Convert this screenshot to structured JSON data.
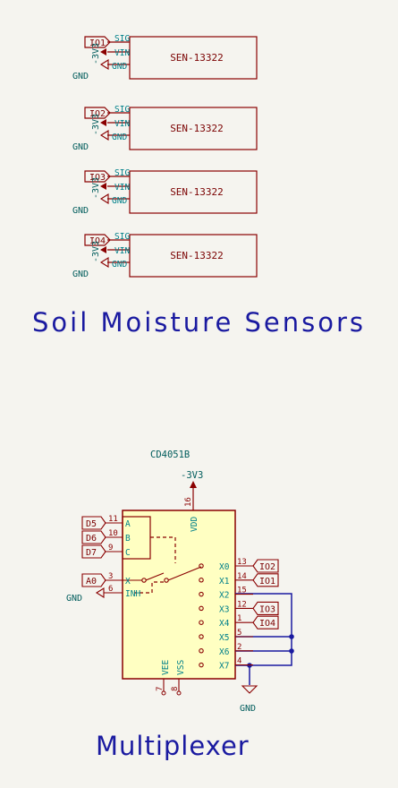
{
  "sensors": [
    {
      "label": "IO1",
      "part": "SEN-13322",
      "power": "-3V3",
      "gnd": "GND",
      "pins": [
        "SIG",
        "VIN",
        "GND"
      ]
    },
    {
      "label": "IO2",
      "part": "SEN-13322",
      "power": "-3V3",
      "gnd": "GND",
      "pins": [
        "SIG",
        "VIN",
        "GND"
      ]
    },
    {
      "label": "IO3",
      "part": "SEN-13322",
      "power": "-3V3",
      "gnd": "GND",
      "pins": [
        "SIG",
        "VIN",
        "GND"
      ]
    },
    {
      "label": "IO4",
      "part": "SEN-13322",
      "power": "-3V3",
      "gnd": "GND",
      "pins": [
        "SIG",
        "VIN",
        "GND"
      ]
    }
  ],
  "section_titles": {
    "sensors": "Soil Moisture Sensors",
    "mux": "Multiplexer"
  },
  "mux": {
    "ref": "CD4051B",
    "power": "-3V3",
    "vdd": {
      "name": "VDD",
      "num": "16"
    },
    "vee": {
      "name": "VEE",
      "num": "7"
    },
    "vss": {
      "name": "VSS",
      "num": "8"
    },
    "left_pins": [
      {
        "net": "D5",
        "num": "11",
        "name": "A"
      },
      {
        "net": "D6",
        "num": "10",
        "name": "B"
      },
      {
        "net": "D7",
        "num": "9",
        "name": "C"
      },
      {
        "net": "A0",
        "num": "3",
        "name": "X"
      },
      {
        "net": "GND",
        "num": "6",
        "name": "INH"
      }
    ],
    "right_pins": [
      {
        "name": "X0",
        "num": "13",
        "net": "IO2"
      },
      {
        "name": "X1",
        "num": "14",
        "net": "IO1"
      },
      {
        "name": "X2",
        "num": "15",
        "net": ""
      },
      {
        "name": "X3",
        "num": "12",
        "net": "IO3"
      },
      {
        "name": "X4",
        "num": "1",
        "net": "IO4"
      },
      {
        "name": "X5",
        "num": "5",
        "net": ""
      },
      {
        "name": "X6",
        "num": "2",
        "net": ""
      },
      {
        "name": "X7",
        "num": "4",
        "net": ""
      }
    ],
    "gnd_label": "GND"
  }
}
